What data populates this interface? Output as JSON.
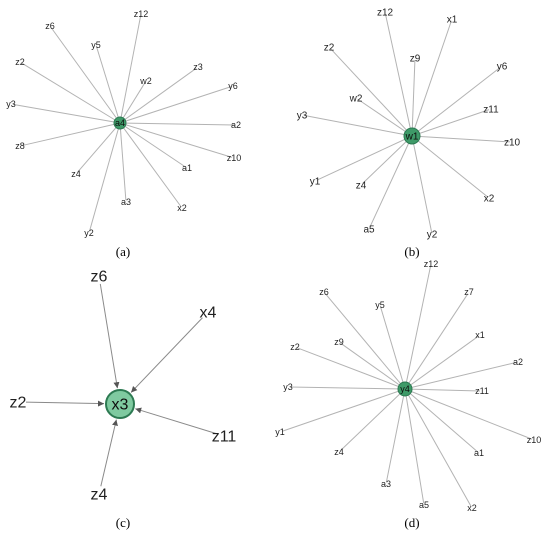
{
  "panels": [
    {
      "id": "a",
      "caption": "(a)",
      "center": "a4",
      "leaves": [
        "z12",
        "z6",
        "y5",
        "z2",
        "w2",
        "z3",
        "y6",
        "y3",
        "a2",
        "z8",
        "z4",
        "a1",
        "z10",
        "a3",
        "x2",
        "y2"
      ]
    },
    {
      "id": "b",
      "caption": "(b)",
      "center": "w1",
      "leaves": [
        "z12",
        "x1",
        "z2",
        "z9",
        "y6",
        "w2",
        "y3",
        "z11",
        "z10",
        "y1",
        "z4",
        "x2",
        "a5",
        "y2"
      ]
    },
    {
      "id": "c",
      "caption": "(c)",
      "center": "x3",
      "leaves": [
        "z6",
        "x4",
        "z2",
        "z11",
        "z4"
      ]
    },
    {
      "id": "d",
      "caption": "(d)",
      "center": "y4",
      "leaves": [
        "z12",
        "z6",
        "y5",
        "z7",
        "x1",
        "z2",
        "z9",
        "a2",
        "y3",
        "z11",
        "y1",
        "z10",
        "z4",
        "a1",
        "a3",
        "a5",
        "x2"
      ]
    }
  ],
  "colors": {
    "node_fill": "#3e9a68",
    "node_fill_light": "#7fcaa0",
    "node_stroke": "#2d7a52",
    "edge": "#b3b3b3"
  }
}
